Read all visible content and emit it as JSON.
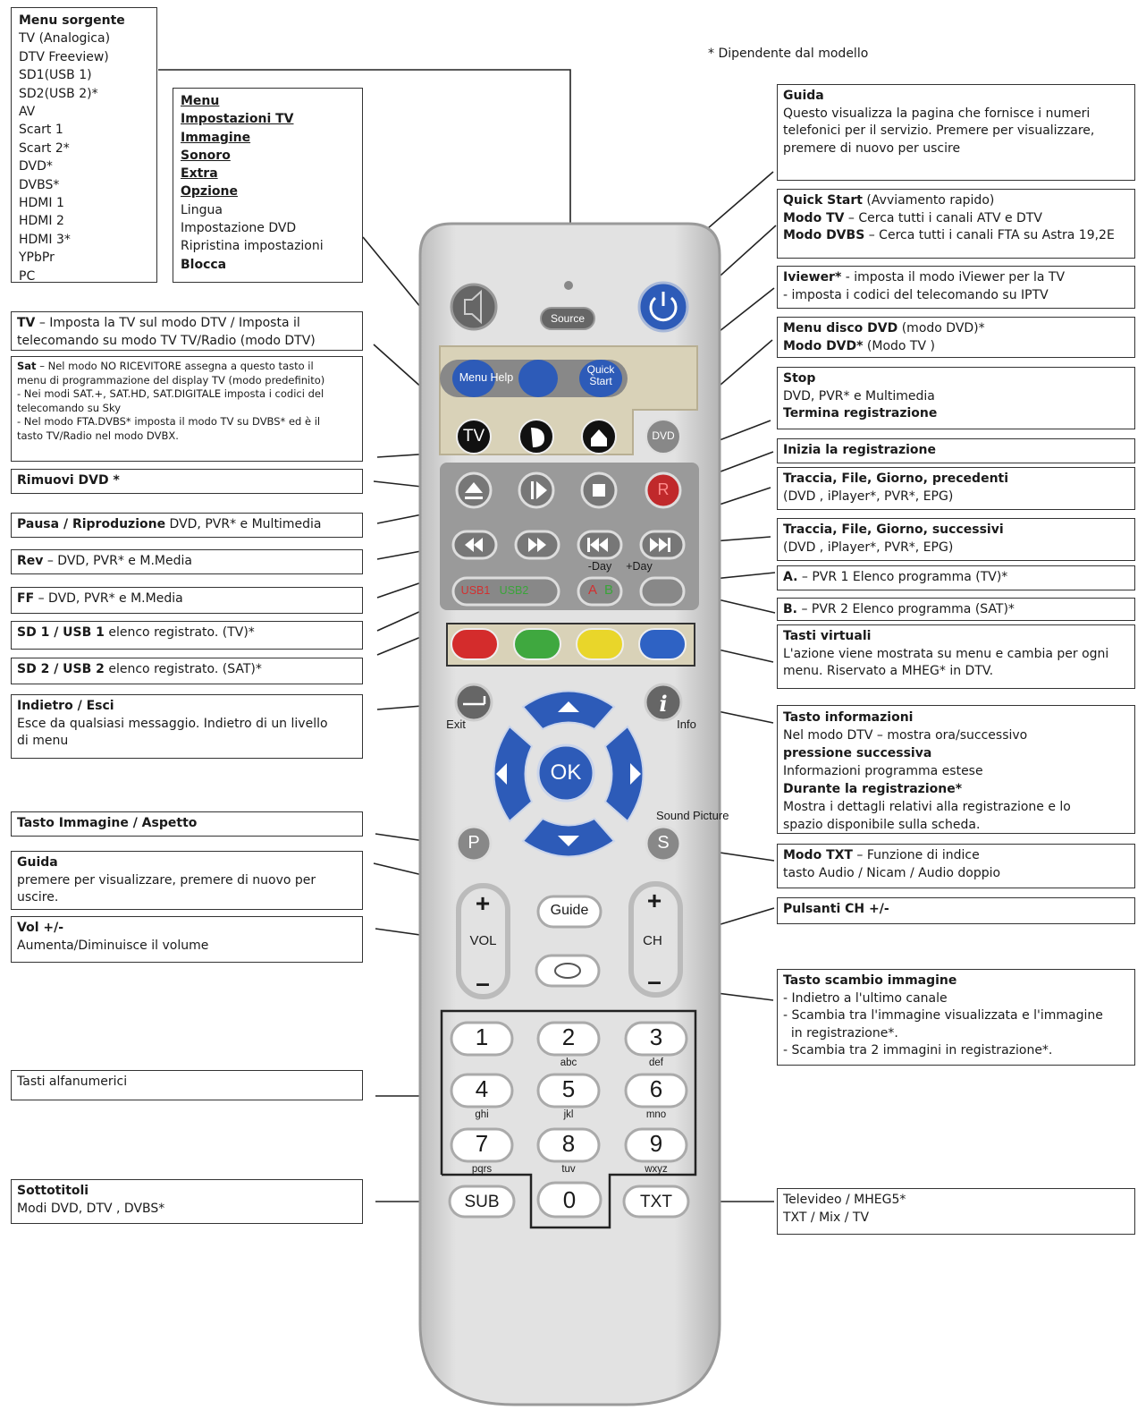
{
  "note": "* Dipendente dal modello",
  "source_menu": {
    "title": "Menu sorgente",
    "items": [
      "TV (Analogica)",
      "DTV Freeview)",
      "SD1(USB 1)",
      "SD2(USB 2)*",
      "AV",
      "Scart 1",
      "Scart 2*",
      "DVD*",
      "DVBS*",
      "HDMI 1",
      "HDMI 2",
      "HDMI 3*",
      "YPbPr",
      "PC"
    ]
  },
  "main_menu": {
    "underlined": [
      "Menu",
      "Impostazioni TV",
      "Immagine",
      "Sonoro",
      "Extra",
      "Opzione"
    ],
    "plain": [
      "Lingua",
      "Impostazione DVD",
      "Ripristina impostazioni"
    ],
    "last": "Blocca"
  },
  "left": {
    "tv": {
      "b": "TV",
      "t1": " – Imposta la TV sul modo DTV / Imposta il",
      "t2": "telecomando su modo TV TV/Radio (modo DTV)"
    },
    "sat": {
      "b": "Sat",
      "t1": " – Nel modo NO RICEVITORE assegna a questo tasto il",
      "l2": "menu di programmazione del display TV (modo predefinito)",
      "l3": "- Nei modi SAT.+, SAT.HD, SAT.DIGITALE  imposta i codici del",
      "l4": "telecomando su Sky",
      "l5": "- Nel modo FTA.DVBS* imposta il modo TV su DVBS* ed è il",
      "l6": "tasto TV/Radio nel modo DVBX."
    },
    "remove": "Rimuovi DVD *",
    "pause": {
      "b": "Pausa / Riproduzione",
      "t": " DVD, PVR* e Multimedia"
    },
    "rev": {
      "b": "Rev",
      "t": " – DVD, PVR* e M.Media"
    },
    "ff": {
      "b": "FF",
      "t": " – DVD, PVR* e M.Media"
    },
    "sd1": {
      "b": "SD 1 / USB 1",
      "t": " elenco registrato. (TV)*"
    },
    "sd2": {
      "b": "SD 2 / USB 2",
      "t": " elenco registrato. (SAT)*"
    },
    "back": {
      "b": "Indietro / Esci",
      "t1": "Esce da qualsiasi messaggio. Indietro di un livello",
      "t2": "di menu"
    },
    "picture": "Tasto Immagine / Aspetto",
    "guide": {
      "b": "Guida",
      "t1": "premere per visualizzare, premere di nuovo per",
      "t2": "uscire."
    },
    "vol": {
      "b": "Vol +/-",
      "t": "Aumenta/Diminuisce il volume"
    },
    "alnum": "Tasti alfanumerici",
    "sub": {
      "b": "Sottotitoli",
      "t": "Modi DVD, DTV   , DVBS*"
    }
  },
  "right": {
    "guida": {
      "b": "Guida",
      "t1": "Questo visualizza la pagina che fornisce i numeri",
      "t2": "telefonici per il servizio. Premere per visualizzare,",
      "t3": "premere di nuovo per uscire"
    },
    "quick": {
      "b1": "Quick Start",
      "t1": " (Avviamento rapido)",
      "b2": "Modo TV",
      "t2": " – Cerca tutti i canali ATV e DTV",
      "b3": "Modo DVBS",
      "t3": " – Cerca tutti i canali FTA su Astra 19,2E"
    },
    "iviewer": {
      "b": "Iviewer*",
      "t1": " - imposta il modo iViewer per la TV",
      "t2": "- imposta i codici del telecomando su IPTV"
    },
    "dvd": {
      "b1": "Menu disco DVD",
      "t1": " (modo DVD)*",
      "b2": "Modo DVD*",
      "t2": " (Modo TV )"
    },
    "stop": {
      "b": "Stop",
      "t": "DVD, PVR* e Multimedia",
      "b2": "Termina registrazione"
    },
    "rec": "Inizia la registrazione",
    "prev": {
      "b": "Traccia, File, Giorno, precedenti",
      "t": "(DVD , iPlayer*, PVR*, EPG)"
    },
    "next": {
      "b": "Traccia, File, Giorno, successivi",
      "t": "(DVD , iPlayer*, PVR*, EPG)"
    },
    "a": {
      "b": "A.",
      "t": " – PVR 1 Elenco programma (TV)*"
    },
    "bb": {
      "b": "B.",
      "t": " – PVR 2 Elenco programma (SAT)*"
    },
    "virtual": {
      "b": "Tasti virtuali",
      "t1": "L'azione viene mostrata su menu e cambia per ogni",
      "t2": "menu. Riservato a MHEG* in DTV."
    },
    "info": {
      "b1": "Tasto informazioni",
      "t1": "Nel modo DTV – mostra ora/successivo",
      "b2": "pressione successiva",
      "t2": "Informazioni programma estese",
      "b3": "Durante la registrazione*",
      "t3": "Mostra i dettagli relativi alla registrazione e lo",
      "t4": "spazio disponibile sulla scheda."
    },
    "txt": {
      "b": "Modo TXT",
      "t1": " – Funzione di indice",
      "t2": "tasto Audio / Nicam / Audio doppio"
    },
    "ch": "Pulsanti CH +/-",
    "swap": {
      "b": "Tasto scambio immagine",
      "l1": "- Indietro a l'ultimo canale",
      "l2": "- Scambia tra l'immagine visualizzata e l'immagine",
      "l3": "  in registrazione*.",
      "l4": "- Scambia tra 2 immagini in registrazione*."
    },
    "tele": {
      "t1": "Televideo / MHEG5*",
      "t2": "TXT / Mix / TV"
    }
  },
  "remote": {
    "source": "Source",
    "menu_help": "Menu Help",
    "quick1": "Quick",
    "quick2": "Start",
    "tv": "TV",
    "dvd": "DVD",
    "rec": "R",
    "day_minus": "-Day",
    "day_plus": "+Day",
    "usb1": "USB1",
    "usb2": "USB2",
    "a": "A",
    "b": "B",
    "exit": "Exit",
    "info": "Info",
    "ok": "OK",
    "sound": "Sound",
    "picture": "Picture",
    "p": "P",
    "s": "S",
    "guide": "Guide",
    "vol": "VOL",
    "ch": "CH",
    "plus": "+",
    "minus": "–",
    "sub": "SUB",
    "txt": "TXT",
    "keys": [
      {
        "n": "1",
        "s": ""
      },
      {
        "n": "2",
        "s": "abc"
      },
      {
        "n": "3",
        "s": "def"
      },
      {
        "n": "4",
        "s": "ghi"
      },
      {
        "n": "5",
        "s": "jkl"
      },
      {
        "n": "6",
        "s": "mno"
      },
      {
        "n": "7",
        "s": "pqrs"
      },
      {
        "n": "8",
        "s": "tuv"
      },
      {
        "n": "9",
        "s": "wxyz"
      }
    ],
    "zero": "0",
    "colors": {
      "red": "#d42c2c",
      "green": "#3fa83f",
      "yellow": "#e9d62a",
      "blue": "#2e62c4",
      "body": "#dcdcdc",
      "panel": "#d9d2b8",
      "dark": "#555555",
      "navy": "#2d5bb8"
    }
  }
}
